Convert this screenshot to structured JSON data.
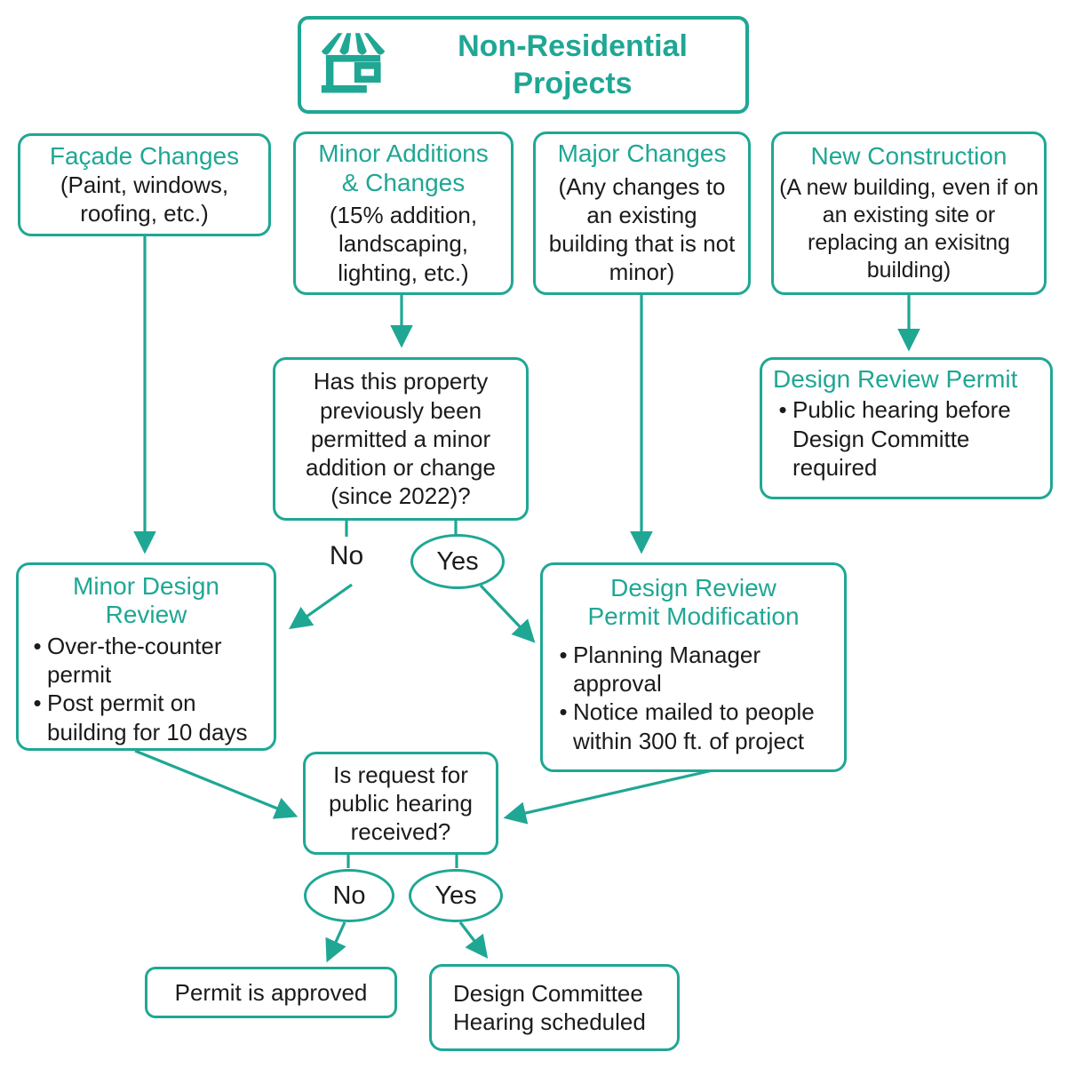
{
  "accent_color": "#1FA794",
  "text_color": "#1b1b1b",
  "bullet_char": "•",
  "title": {
    "label": "Non-Residential Projects",
    "icon": "storefront-icon"
  },
  "nodes": {
    "facade": {
      "heading": "Façade Changes",
      "body": "(Paint, windows, roofing, etc.)"
    },
    "minor_additions": {
      "heading_line1": "Minor Additions",
      "heading_line2": "& Changes",
      "body": "(15% addition, landscaping, lighting, etc.)"
    },
    "major_changes": {
      "heading": "Major Changes",
      "body": "(Any changes to an existing building that is not minor)"
    },
    "new_construction": {
      "heading": "New Construction",
      "body": "(A new building, even if on an existing site or replacing an exisitng building)"
    },
    "prior_permit_question": {
      "text": "Has this property previously been permitted a minor addition or change (since 2022)?",
      "no_label": "No",
      "yes_label": "Yes"
    },
    "design_review_permit": {
      "heading": "Design Review Permit",
      "bullets": [
        "Public hearing before Design Committe required"
      ]
    },
    "minor_design_review": {
      "heading_line1": "Minor Design",
      "heading_line2": "Review",
      "bullets": [
        "Over-the-counter permit",
        "Post permit on building for 10 days"
      ]
    },
    "permit_modification": {
      "heading_line1": "Design Review",
      "heading_line2": "Permit Modification",
      "bullets": [
        "Planning Manager approval",
        "Notice mailed to people within 300 ft. of project"
      ]
    },
    "hearing_question": {
      "text": "Is request for public hearing received?",
      "no_label": "No",
      "yes_label": "Yes"
    },
    "permit_approved": {
      "text": "Permit is approved"
    },
    "committee_hearing": {
      "text": "Design Committee Hearing scheduled"
    }
  }
}
